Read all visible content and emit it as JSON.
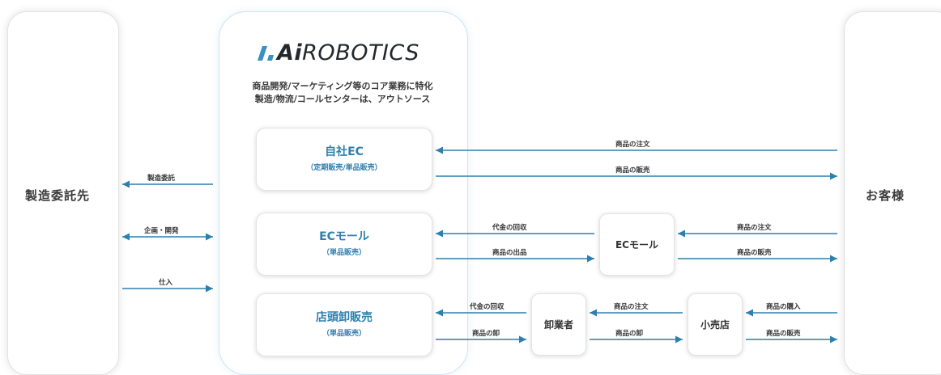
{
  "colors": {
    "arrow": "#2f7fae",
    "accent_text": "#2f7fae",
    "panel_border": "#cde4f2"
  },
  "left": {
    "title": "製造委託先"
  },
  "right": {
    "title": "お客様"
  },
  "center": {
    "logo_icon": "slash-dot-logo-mark",
    "brand_bold": "Ai",
    "brand_rest": "ROBOTICS",
    "tagline_1": "商品開発/マーケティング等のコア業務に特化",
    "tagline_2": "製造/物流/コールセンターは、アウトソース",
    "channels": [
      {
        "title": "自社EC",
        "sub": "（定期販売/単品販売）"
      },
      {
        "title": "ECモール",
        "sub": "（単品販売）"
      },
      {
        "title": "店頭卸販売",
        "sub": "（単品販売）"
      }
    ]
  },
  "nodes": {
    "ec_mall": "ECモール",
    "wholesaler": "卸業者",
    "retailer": "小売店"
  },
  "flows": {
    "manufacturing_commission": "製造委託",
    "planning_development": "企画・開発",
    "purchasing": "仕入",
    "ec_order": "商品の注文",
    "ec_sale": "商品の販売",
    "mall_payment_collection": "代金の回収",
    "mall_listing": "商品の出品",
    "mall_order": "商品の注文",
    "mall_sale": "商品の販売",
    "store_payment_collection": "代金の回収",
    "store_wholesale": "商品の卸",
    "wholesaler_order": "商品の注文",
    "wholesaler_wholesale": "商品の卸",
    "retail_purchase": "商品の購入",
    "retail_sale": "商品の販売"
  }
}
